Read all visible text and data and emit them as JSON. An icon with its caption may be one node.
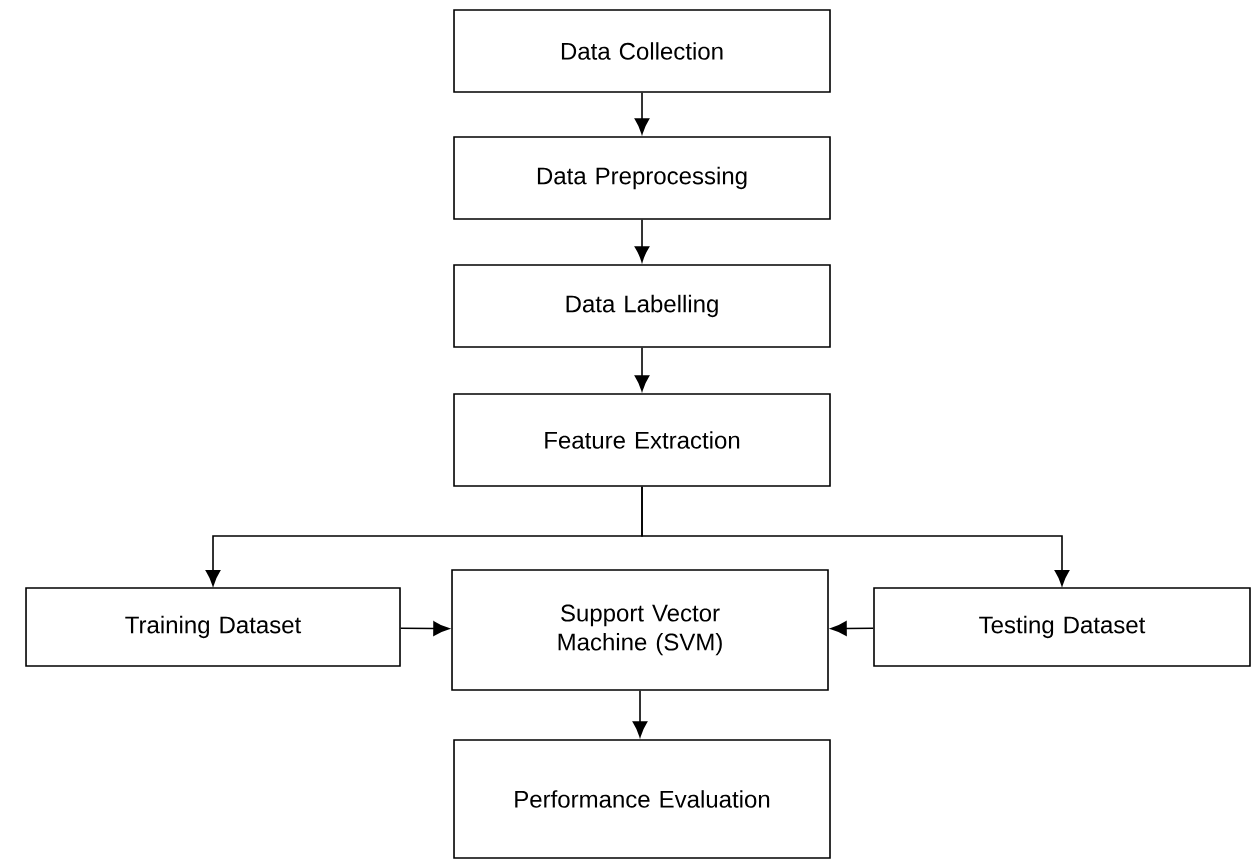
{
  "diagram": {
    "nodes": [
      {
        "text": [
          "Data Collection"
        ]
      },
      {
        "text": [
          "Data Preprocessing"
        ]
      },
      {
        "text": [
          "Data Labelling"
        ]
      },
      {
        "text": [
          "Feature Extraction"
        ]
      },
      {
        "text": [
          "Training Dataset"
        ]
      },
      {
        "text": [
          "Support Vector Machine (SVM)"
        ]
      },
      {
        "text": [
          "Testing Dataset"
        ]
      },
      {
        "text": [
          "Performance Evaluation"
        ]
      }
    ],
    "edges": [
      {
        "from": 0,
        "to": 1,
        "arrow": "to"
      },
      {
        "from": 1,
        "to": 2,
        "arrow": "to"
      },
      {
        "from": 2,
        "to": 3,
        "arrow": "to"
      },
      {
        "from": 3,
        "to": 4,
        "arrow": "to"
      },
      {
        "from": 3,
        "to": 6,
        "arrow": "to"
      },
      {
        "from": 4,
        "to": 5,
        "arrow": "to"
      },
      {
        "from": 6,
        "to": 5,
        "arrow": "to"
      },
      {
        "from": 5,
        "to": 7,
        "arrow": "to"
      }
    ]
  }
}
